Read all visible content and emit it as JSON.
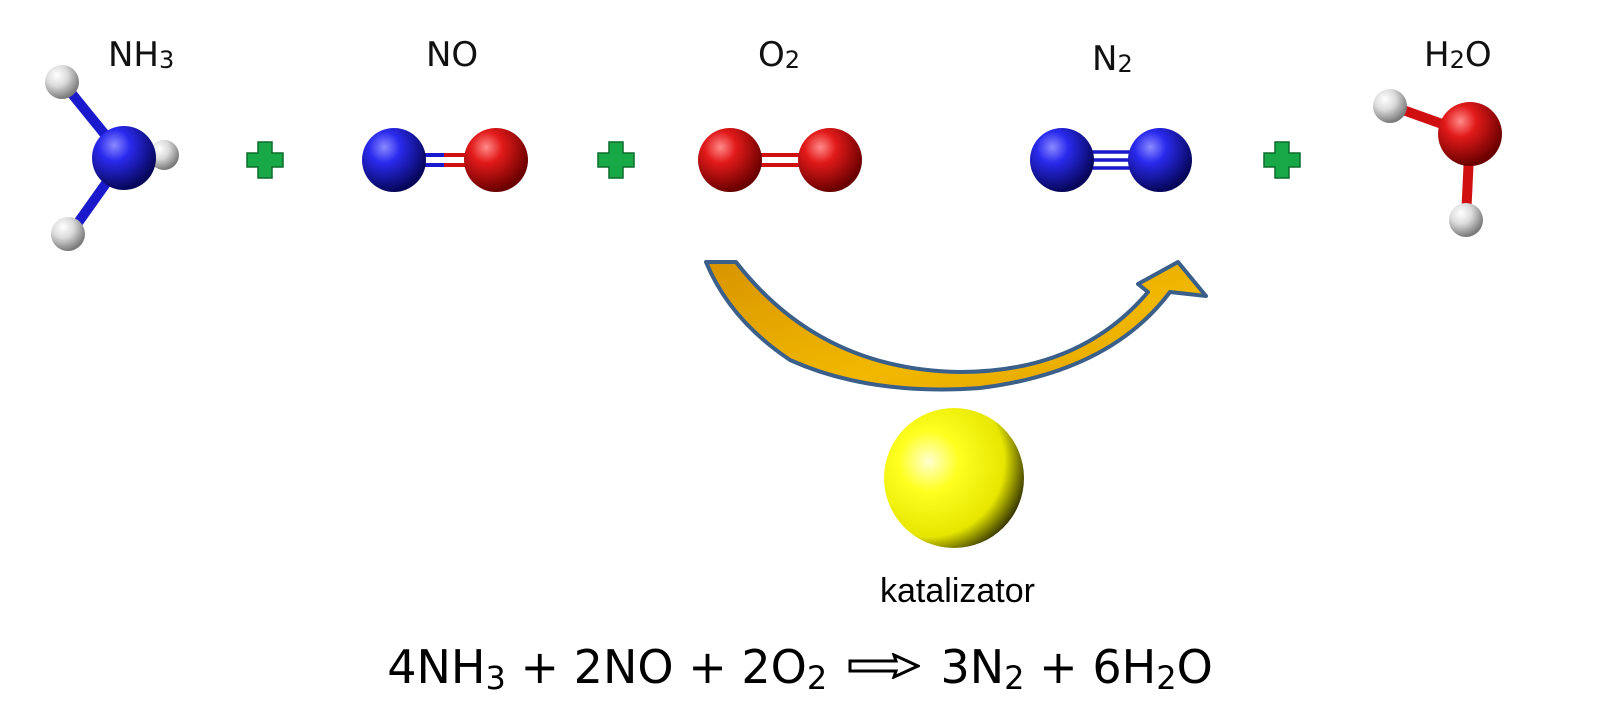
{
  "molecules": [
    {
      "id": "nh3",
      "formula": "NH",
      "sub": "3",
      "suffix": ""
    },
    {
      "id": "no",
      "formula": "NO",
      "sub": "",
      "suffix": ""
    },
    {
      "id": "o2",
      "formula": "O",
      "sub": "2",
      "suffix": ""
    },
    {
      "id": "n2",
      "formula": "N",
      "sub": "2",
      "suffix": ""
    },
    {
      "id": "h2o",
      "formula": "H",
      "sub": "2",
      "suffix": "O"
    }
  ],
  "catalyst": {
    "label": "katalizator"
  },
  "equation": {
    "nh3_coef": "4",
    "nh3": "NH",
    "nh3_sub": "3",
    "plus": "+",
    "no_coef": "2",
    "no": "NO",
    "o2_coef": "2",
    "o2": "O",
    "o2_sub": "2",
    "n2_coef": "3",
    "n2": "N",
    "n2_sub": "2",
    "h2o_coef": "6",
    "h2o_a": "H",
    "h2o_sub": "2",
    "h2o_b": "O"
  },
  "colors": {
    "nitrogen": "#1a1acc",
    "oxygen": "#d01010",
    "hydrogen": "#e0e0e0",
    "plus": "#18a848",
    "arrow_fill": "#e8a800",
    "arrow_stroke": "#3a5f8a",
    "catalyst": "#ffff00"
  }
}
